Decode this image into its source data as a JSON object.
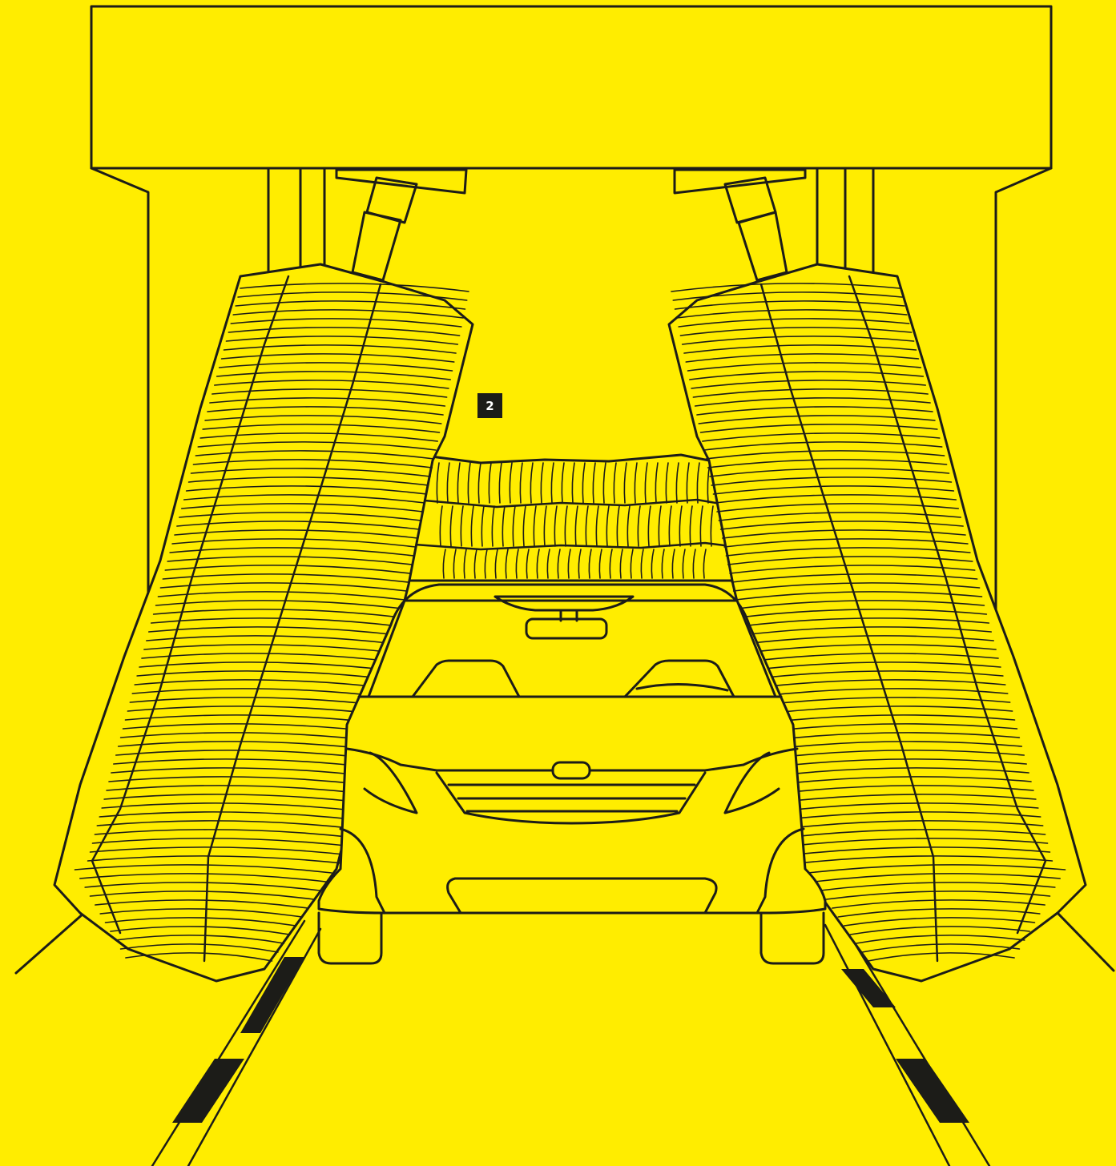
{
  "colors": {
    "background": "#FFED00",
    "line": "#1C1C18",
    "marker_bg": "#1C1C18",
    "marker_text": "#FFFFFF"
  },
  "marker": {
    "label": "2"
  },
  "icons": [
    "car-wash-gantry",
    "side-brush",
    "roof-brush",
    "car-front",
    "guide-rail"
  ]
}
